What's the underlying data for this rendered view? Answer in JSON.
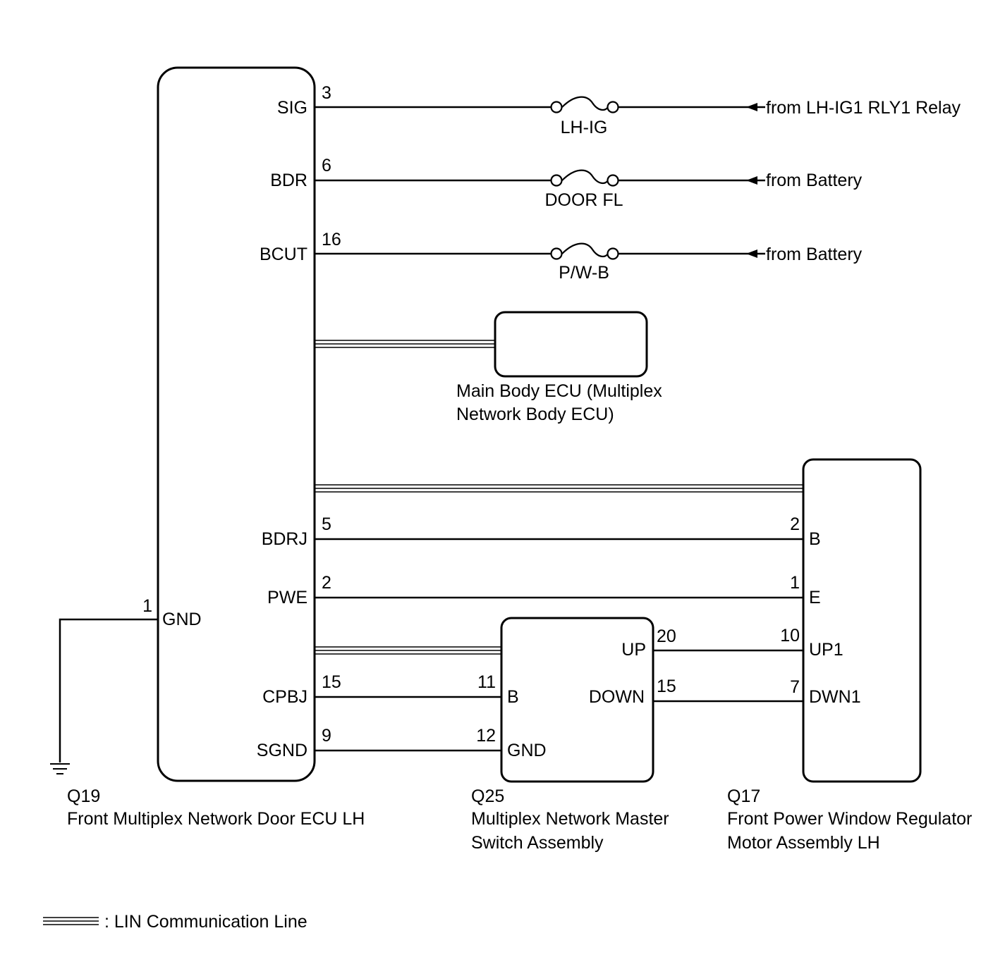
{
  "components": {
    "door_ecu": {
      "code": "Q19",
      "name": "Front Multiplex Network Door ECU LH",
      "pins": {
        "sig": {
          "num": "3",
          "label": "SIG"
        },
        "bdr": {
          "num": "6",
          "label": "BDR"
        },
        "bcut": {
          "num": "16",
          "label": "BCUT"
        },
        "bdrj": {
          "num": "5",
          "label": "BDRJ"
        },
        "pwe": {
          "num": "2",
          "label": "PWE"
        },
        "gnd": {
          "num": "1",
          "label": "GND"
        },
        "cpbj": {
          "num": "15",
          "label": "CPBJ"
        },
        "sgnd": {
          "num": "9",
          "label": "SGND"
        }
      }
    },
    "main_body_ecu": {
      "name_line1": "Main Body ECU (Multiplex",
      "name_line2": "Network Body ECU)"
    },
    "master_switch": {
      "code": "Q25",
      "name_line1": "Multiplex Network Master",
      "name_line2": "Switch Assembly",
      "pins": {
        "b": {
          "num": "11",
          "label": "B"
        },
        "gnd": {
          "num": "12",
          "label": "GND"
        },
        "up": {
          "num": "20",
          "label": "UP"
        },
        "down": {
          "num": "15",
          "label": "DOWN"
        }
      }
    },
    "window_motor": {
      "code": "Q17",
      "name_line1": "Front Power Window Regulator",
      "name_line2": "Motor Assembly LH",
      "pins": {
        "b": {
          "num": "2",
          "label": "B"
        },
        "e": {
          "num": "1",
          "label": "E"
        },
        "up1": {
          "num": "10",
          "label": "UP1"
        },
        "dwn1": {
          "num": "7",
          "label": "DWN1"
        }
      }
    }
  },
  "fuses": {
    "lh_ig": "LH-IG",
    "door_fl": "DOOR FL",
    "pwb": "P/W-B"
  },
  "sources": {
    "sig": "from LH-IG1 RLY1 Relay",
    "bdr": "from Battery",
    "bcut": "from Battery"
  },
  "legend": {
    "lin": ": LIN Communication Line"
  }
}
